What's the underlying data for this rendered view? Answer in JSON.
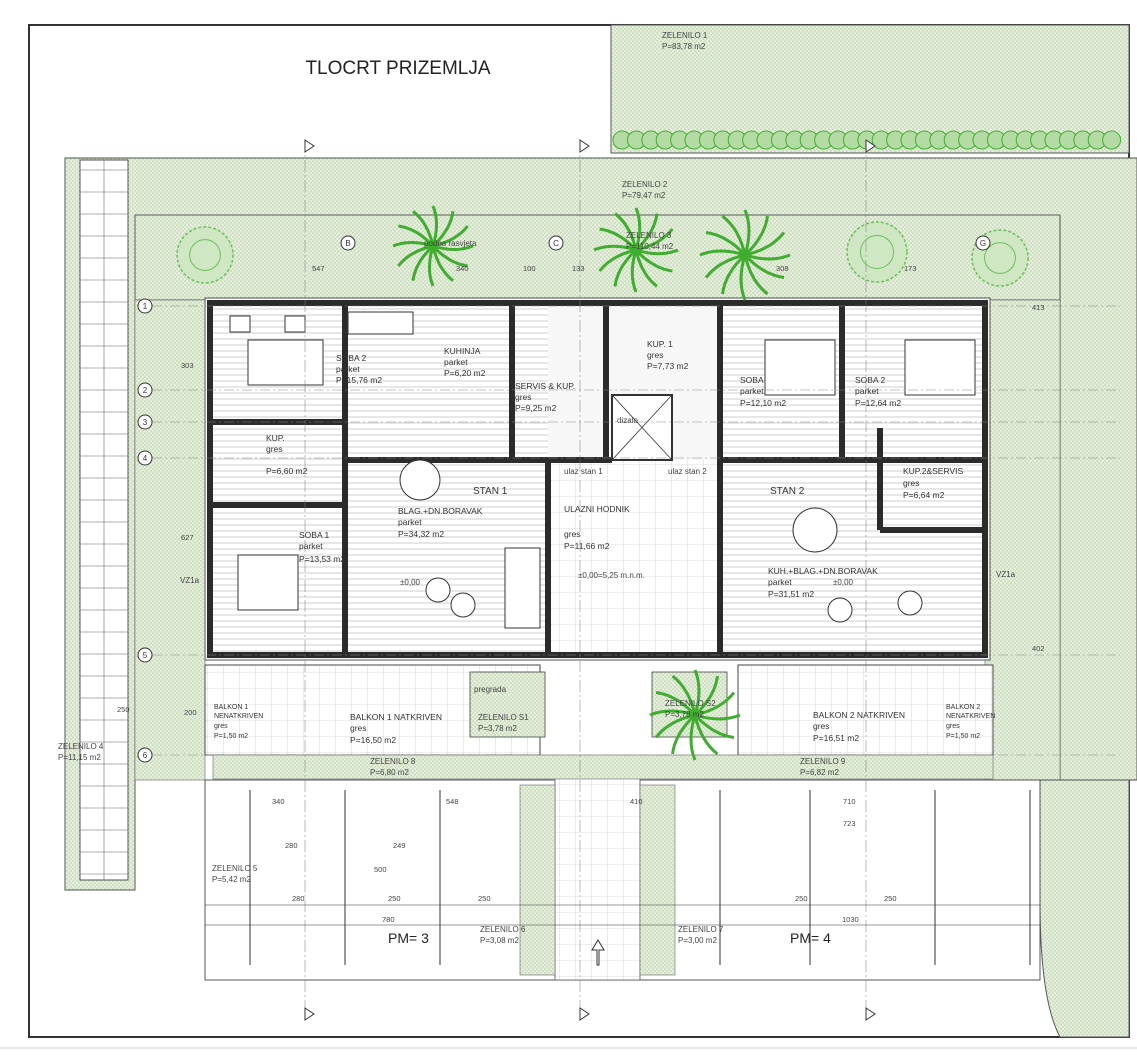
{
  "title": "TLOCRT PRIZEMLJA",
  "colors": {
    "green_area": "#dfead4",
    "green_dots": "#b9cda9",
    "wall": "#2b2b2b",
    "floor_hatch": "#b5b5b5",
    "accent_red": "#d84a2c",
    "plant": "#3fae2e"
  },
  "zelenilo": {
    "z1": {
      "name": "ZELENILO 1",
      "area": "P=83,78 m2"
    },
    "z2": {
      "name": "ZELENILO 2",
      "area": "P=79,47 m2"
    },
    "z3": {
      "name": "ZELENILO 3",
      "area": "P=110,44 m2"
    },
    "z4": {
      "name": "ZELENILO 4",
      "area": "P=11,15 m2"
    },
    "z5": {
      "name": "ZELENILO 5",
      "area": "P=5,42 m2"
    },
    "z6": {
      "name": "ZELENILO 6",
      "area": "P=3,08 m2"
    },
    "z7": {
      "name": "ZELENILO 7",
      "area": "P=3,00 m2"
    },
    "zs1": {
      "name": "ZELENILO S1",
      "area": "P=3,78 m2"
    },
    "zs2": {
      "name": "ZELENILO S2",
      "area": "P=3,78 m2"
    },
    "z8": {
      "name": "ZELENILO 8",
      "area": "P=6,80 m2"
    },
    "z9": {
      "name": "ZELENILO 9",
      "area": "P=6,82 m2"
    }
  },
  "units": {
    "stan1": "STAN 1",
    "stan2": "STAN 2"
  },
  "rooms": {
    "soba2_left": {
      "name": "SOBA 2",
      "floor": "parket",
      "area": "P=15,76 m2"
    },
    "kuhinja": {
      "name": "KUHINJA",
      "floor": "parket",
      "area": "P=6,20 m2"
    },
    "servis": {
      "name": "SERVIS & KUP.",
      "floor": "gres",
      "area": "P=9,25 m2"
    },
    "kup_left": {
      "name": "KUP.",
      "floor": "gres",
      "area": "P=6,60 m2"
    },
    "blag": {
      "name": "BLAG.+DN.BORAVAK",
      "floor": "parket",
      "area": "P=34,32 m2"
    },
    "soba1": {
      "name": "SOBA 1",
      "floor": "parket",
      "area": "P=13,53 m2"
    },
    "ulaz": {
      "name": "ULAZNI HODNIK",
      "floor": "gres",
      "area": "P=11,66 m2"
    },
    "kup1": {
      "name": "KUP. 1",
      "floor": "gres",
      "area": "P=7,73 m2"
    },
    "soba_right": {
      "name": "SOBA",
      "floor": "parket",
      "area": "P=12,10 m2"
    },
    "soba2_right": {
      "name": "SOBA 2",
      "floor": "parket",
      "area": "P=12,64 m2"
    },
    "kup2": {
      "name": "KUP.2&SERVIS",
      "floor": "gres",
      "area": "P=6,64 m2"
    },
    "kuh": {
      "name": "KUH.+BLAG.+DN.BORAVAK",
      "floor": "parket",
      "area": "P=31,51 m2"
    }
  },
  "balconies": {
    "b1n": {
      "name": "BALKON 1 NATKRIVEN",
      "floor": "gres",
      "area": "P=16,50 m2"
    },
    "b1": {
      "name": "BALKON 1 NENATKRIVEN",
      "floor": "gres",
      "area": "P=1,50 m2"
    },
    "b2n": {
      "name": "BALKON 2 NATKRIVEN",
      "floor": "gres",
      "area": "P=16,51 m2"
    },
    "b2": {
      "name": "BALKON 2 NENATKRIVEN",
      "floor": "gres",
      "area": "P=1,50 m2"
    }
  },
  "parking": {
    "pm3": "PM= 3",
    "pm4": "PM= 4"
  },
  "misc": {
    "podne_rasvjeta": "podna rasvjeta",
    "ulaz_stan1": "ulaz stan 1",
    "ulaz_stan2": "ulaz stan 2",
    "dizalo": "dizalo",
    "pregrada": "pregrada",
    "level_a": "±0,00",
    "level_b": "±0,00=5,25 m.n.m.",
    "level_c": "±0,00",
    "vz1a": "VZ1a"
  },
  "axes_rows": [
    "1",
    "2",
    "3",
    "4",
    "5",
    "6"
  ],
  "axes_cols": [
    "B",
    "C",
    "G"
  ],
  "dims_top": [
    "547",
    "340",
    "100",
    "133",
    "308",
    "173"
  ],
  "dims_bottom": [
    "340",
    "548",
    "410",
    "710",
    "723"
  ],
  "dims_parking": [
    "280",
    "249",
    "250",
    "250",
    "250",
    "250",
    "280",
    "780",
    "1030",
    "500"
  ],
  "dims_side": [
    "413",
    "402",
    "250",
    "200",
    "627",
    "303"
  ]
}
